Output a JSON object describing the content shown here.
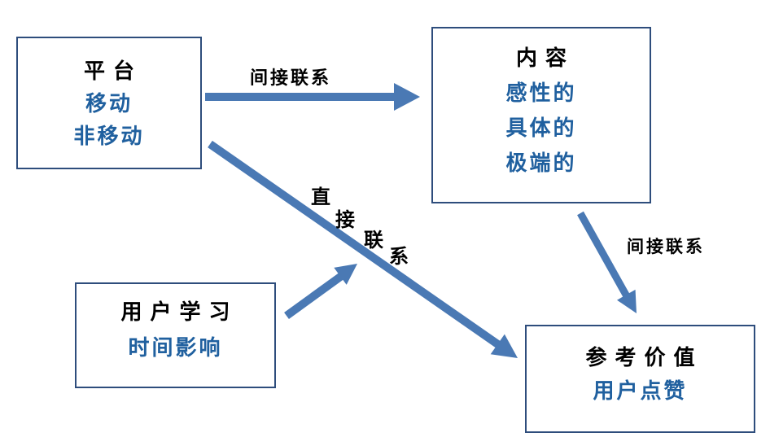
{
  "colors": {
    "arrow_color": "#4a79b4",
    "box_border_color": "#2e4d7c",
    "title_text_color": "#000000",
    "blue_text_color": "#20609f",
    "label_text_color": "#000000",
    "background_color": "#ffffff"
  },
  "boxes": {
    "platform": {
      "title": "平台",
      "lines": [
        "移动",
        "非移动"
      ]
    },
    "content": {
      "title": "内容",
      "lines": [
        "感性的",
        "具体的",
        "极端的"
      ]
    },
    "user_learning": {
      "title": "用户学习",
      "lines": [
        "时间影响"
      ]
    },
    "reference_value": {
      "title": "参考价值",
      "lines": [
        "用户点赞"
      ]
    }
  },
  "edges": [
    {
      "id": "platform-to-content",
      "from": "平台",
      "to": "内容",
      "label": "间接联系"
    },
    {
      "id": "platform-to-reference-value",
      "from": "平台",
      "to": "参考价值",
      "label": "直接联系"
    },
    {
      "id": "content-to-reference-value",
      "from": "内容",
      "to": "参考价值",
      "label": "间接联系"
    },
    {
      "id": "user-learning-moderates-direct-link",
      "from": "用户学习",
      "to": "直接联系",
      "label": ""
    }
  ]
}
